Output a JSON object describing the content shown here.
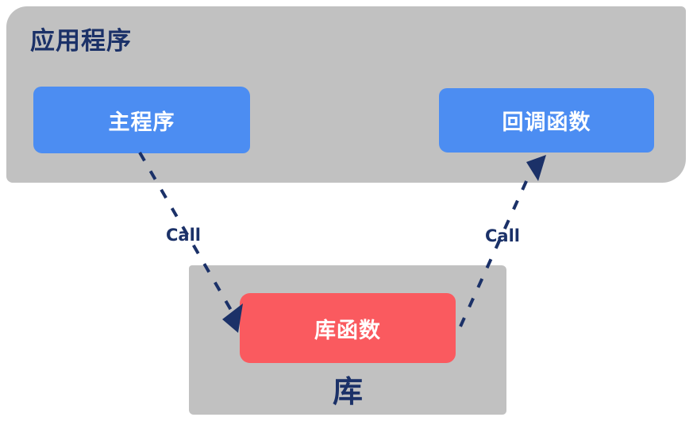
{
  "diagram": {
    "application": {
      "title": "应用程序",
      "boxes": [
        {
          "label": "主程序"
        },
        {
          "label": "回调函数"
        }
      ]
    },
    "library": {
      "title": "库",
      "boxes": [
        {
          "label": "库函数"
        }
      ]
    },
    "arrows": [
      {
        "label": "Call",
        "from": "主程序",
        "to": "库函数"
      },
      {
        "label": "Call",
        "from": "库函数",
        "to": "回调函数"
      }
    ],
    "colors": {
      "container_gray": "#C1C1C1",
      "navy_text": "#1B3168",
      "blue_box": "#4C8DF2",
      "red_box": "#FA5A5F",
      "box_text": "#FFFFFF",
      "background": "#FFFFFF"
    }
  }
}
